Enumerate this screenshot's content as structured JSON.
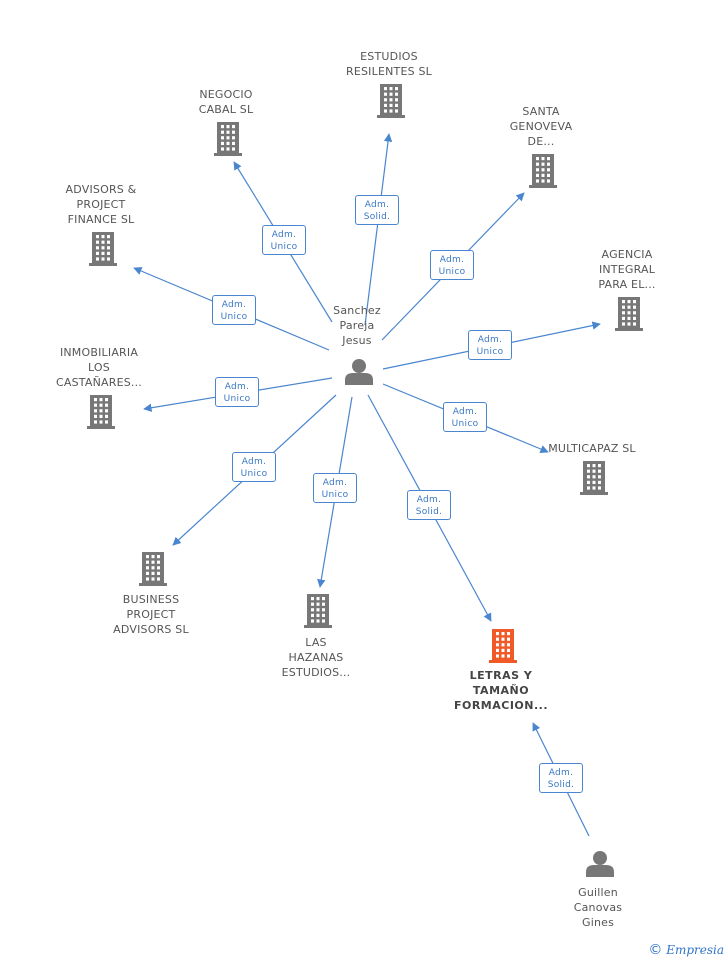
{
  "nodes": [
    {
      "id": "estudios",
      "type": "company",
      "lines": [
        "ESTUDIOS",
        "RESILENTES SL"
      ]
    },
    {
      "id": "negocio",
      "type": "company",
      "lines": [
        "NEGOCIO",
        "CABAL SL"
      ]
    },
    {
      "id": "santa",
      "type": "company",
      "lines": [
        "SANTA",
        "GENOVEVA",
        "DE..."
      ]
    },
    {
      "id": "advisors",
      "type": "company",
      "lines": [
        "ADVISORS &",
        "PROJECT",
        "FINANCE SL"
      ]
    },
    {
      "id": "agencia",
      "type": "company",
      "lines": [
        "AGENCIA",
        "INTEGRAL",
        "PARA EL..."
      ]
    },
    {
      "id": "inmobiliaria",
      "type": "company",
      "lines": [
        "INMOBILIARIA",
        "LOS",
        "CASTAÑARES..."
      ]
    },
    {
      "id": "multicapaz",
      "type": "company",
      "lines": [
        "MULTICAPAZ SL"
      ]
    },
    {
      "id": "business",
      "type": "company",
      "lines": [
        "BUSINESS",
        "PROJECT",
        "ADVISORS SL"
      ]
    },
    {
      "id": "hazanas",
      "type": "company",
      "lines": [
        "LAS",
        "HAZANAS",
        "ESTUDIOS..."
      ]
    },
    {
      "id": "letras",
      "type": "company",
      "highlight": true,
      "lines": [
        "LETRAS Y",
        "TAMAÑO",
        "FORMACION..."
      ]
    },
    {
      "id": "sanchez",
      "type": "person",
      "lines": [
        "Sanchez",
        "Pareja",
        "Jesus"
      ]
    },
    {
      "id": "guillen",
      "type": "person",
      "lines": [
        "Guillen",
        "Canovas",
        "Gines"
      ]
    }
  ],
  "edges": [
    {
      "id": "e-estudios",
      "from": "sanchez",
      "to": "estudios",
      "lines": [
        "Adm.",
        "Solid."
      ]
    },
    {
      "id": "e-negocio",
      "from": "sanchez",
      "to": "negocio",
      "lines": [
        "Adm.",
        "Unico"
      ]
    },
    {
      "id": "e-santa",
      "from": "sanchez",
      "to": "santa",
      "lines": [
        "Adm.",
        "Unico"
      ]
    },
    {
      "id": "e-advisors",
      "from": "sanchez",
      "to": "advisors",
      "lines": [
        "Adm.",
        "Unico"
      ]
    },
    {
      "id": "e-agencia",
      "from": "sanchez",
      "to": "agencia",
      "lines": [
        "Adm.",
        "Unico"
      ]
    },
    {
      "id": "e-inmobiliaria",
      "from": "sanchez",
      "to": "inmobiliaria",
      "lines": [
        "Adm.",
        "Unico"
      ]
    },
    {
      "id": "e-multicapaz",
      "from": "sanchez",
      "to": "multicapaz",
      "lines": [
        "Adm.",
        "Unico"
      ]
    },
    {
      "id": "e-business",
      "from": "sanchez",
      "to": "business",
      "lines": [
        "Adm.",
        "Unico"
      ]
    },
    {
      "id": "e-hazanas",
      "from": "sanchez",
      "to": "hazanas",
      "lines": [
        "Adm.",
        "Unico"
      ]
    },
    {
      "id": "e-letras",
      "from": "sanchez",
      "to": "letras",
      "lines": [
        "Adm.",
        "Solid."
      ]
    },
    {
      "id": "e-guillen",
      "from": "guillen",
      "to": "letras",
      "lines": [
        "Adm.",
        "Solid."
      ]
    }
  ],
  "colors": {
    "edge": "#4a86cf",
    "company": "#777777",
    "highlight": "#f05a28",
    "person": "#777777",
    "badge_text": "#3a78c4"
  },
  "footer": {
    "copyright_symbol": "©",
    "brand": "Empresia"
  }
}
